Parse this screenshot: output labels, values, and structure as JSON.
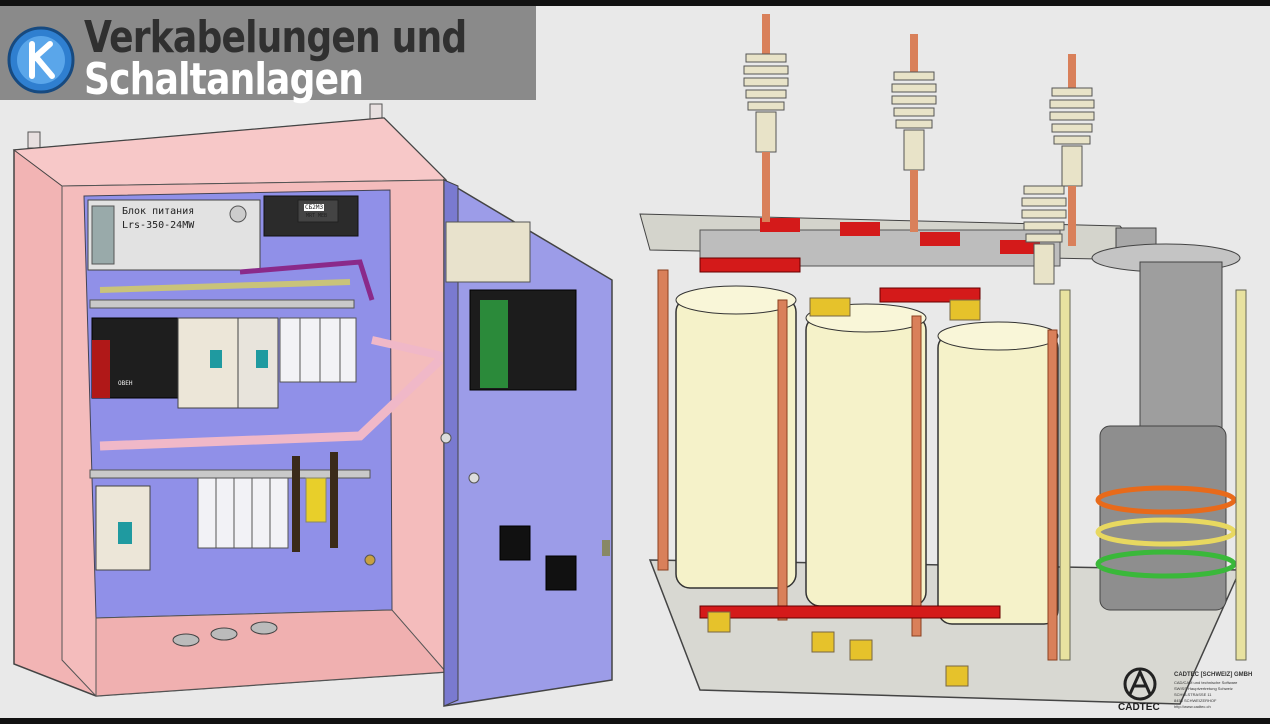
{
  "banner": {
    "title_line1": "Verkabelungen und",
    "title_line2": "Schaltanlagen",
    "logo_icon": "k-circle-logo-icon"
  },
  "cabinet": {
    "psu_label_line1": "Блок питания",
    "psu_label_line2": "Lrs-350-24MW",
    "relay_label_line1": "CБ2МЗ",
    "relay_label_line2": "MRT MEB",
    "plc_brand": "OВЕН"
  },
  "company": {
    "name": "CADTEC [SCHWEIZ] GMBH",
    "line1": "CAD/CAM und technische Software",
    "line2": "SWISS Hauptvertretung Schweiz",
    "line3": "SCHULSTRASSE 11",
    "line4": "8455 SCHWEIZERHOF",
    "line5": "http://www.cadtec.ch",
    "mark": "CADTEC"
  },
  "colors": {
    "cabinet_pink": "#f4b8b8",
    "cabinet_inner": "#8f8fe6",
    "copper": "#d9805a",
    "insulator": "#e8e3c8",
    "coil": "#f5f2c9",
    "frame": "#d8d8d0",
    "clamp_red": "#d41a1a",
    "clamp_yellow": "#e6c22b"
  }
}
